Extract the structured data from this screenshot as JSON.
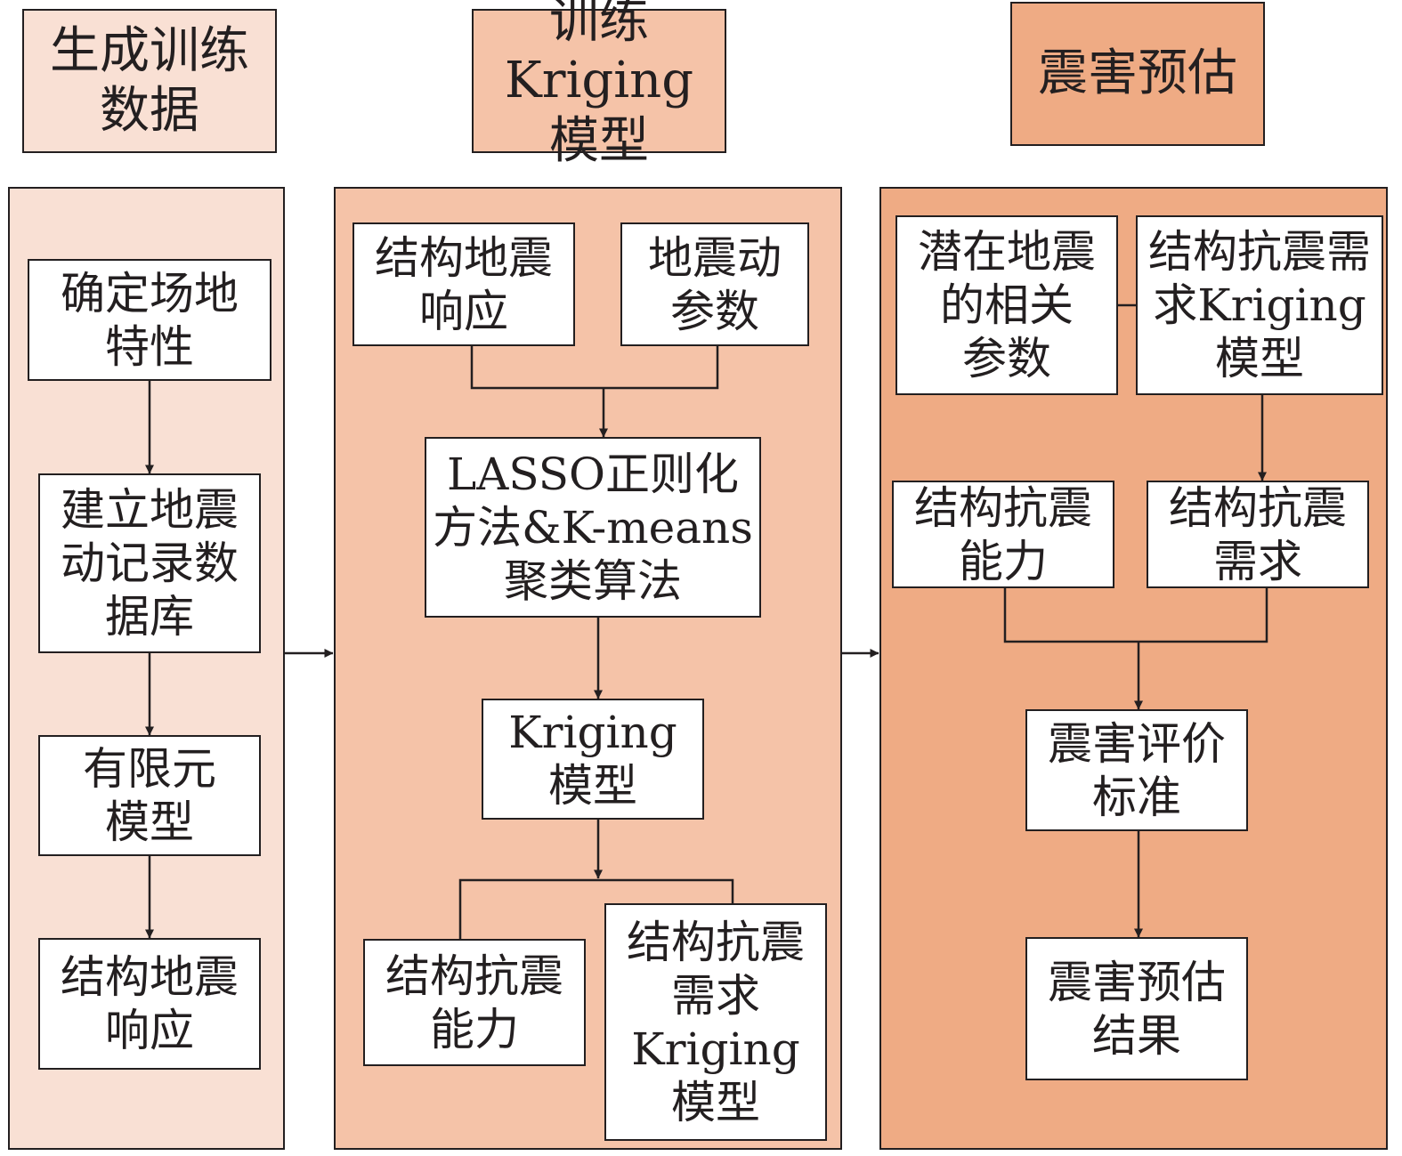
{
  "colors": {
    "stage1": "#f9e0d4",
    "stage2": "#f5c3a8",
    "stage3": "#efab84",
    "line": "#231f20"
  },
  "headers": {
    "stage1": "生成训练\n数据",
    "stage2": "训练Kriging\n模型",
    "stage3": "震害预估"
  },
  "stage1": {
    "site": "确定场地\n特性",
    "database": "建立地震\n动记录数\n据库",
    "fem": "有限元\n模型",
    "response": "结构地震\n响应"
  },
  "stage2": {
    "response": "结构地震\n响应",
    "motion_params": "地震动\n参数",
    "lasso": "LASSO正则化\n方法&K-means\n聚类算法",
    "kriging": "Kriging\n模型",
    "capacity": "结构抗震\n能力",
    "demand_model": "结构抗震\n需求\nKriging\n模型"
  },
  "stage3": {
    "quake_params": "潜在地震\n的相关\n参数",
    "demand_kriging": "结构抗震需\n求Kriging\n模型",
    "capacity": "结构抗震\n能力",
    "demand": "结构抗震\n需求",
    "criteria": "震害评价\n标准",
    "result": "震害预估\n结果"
  }
}
